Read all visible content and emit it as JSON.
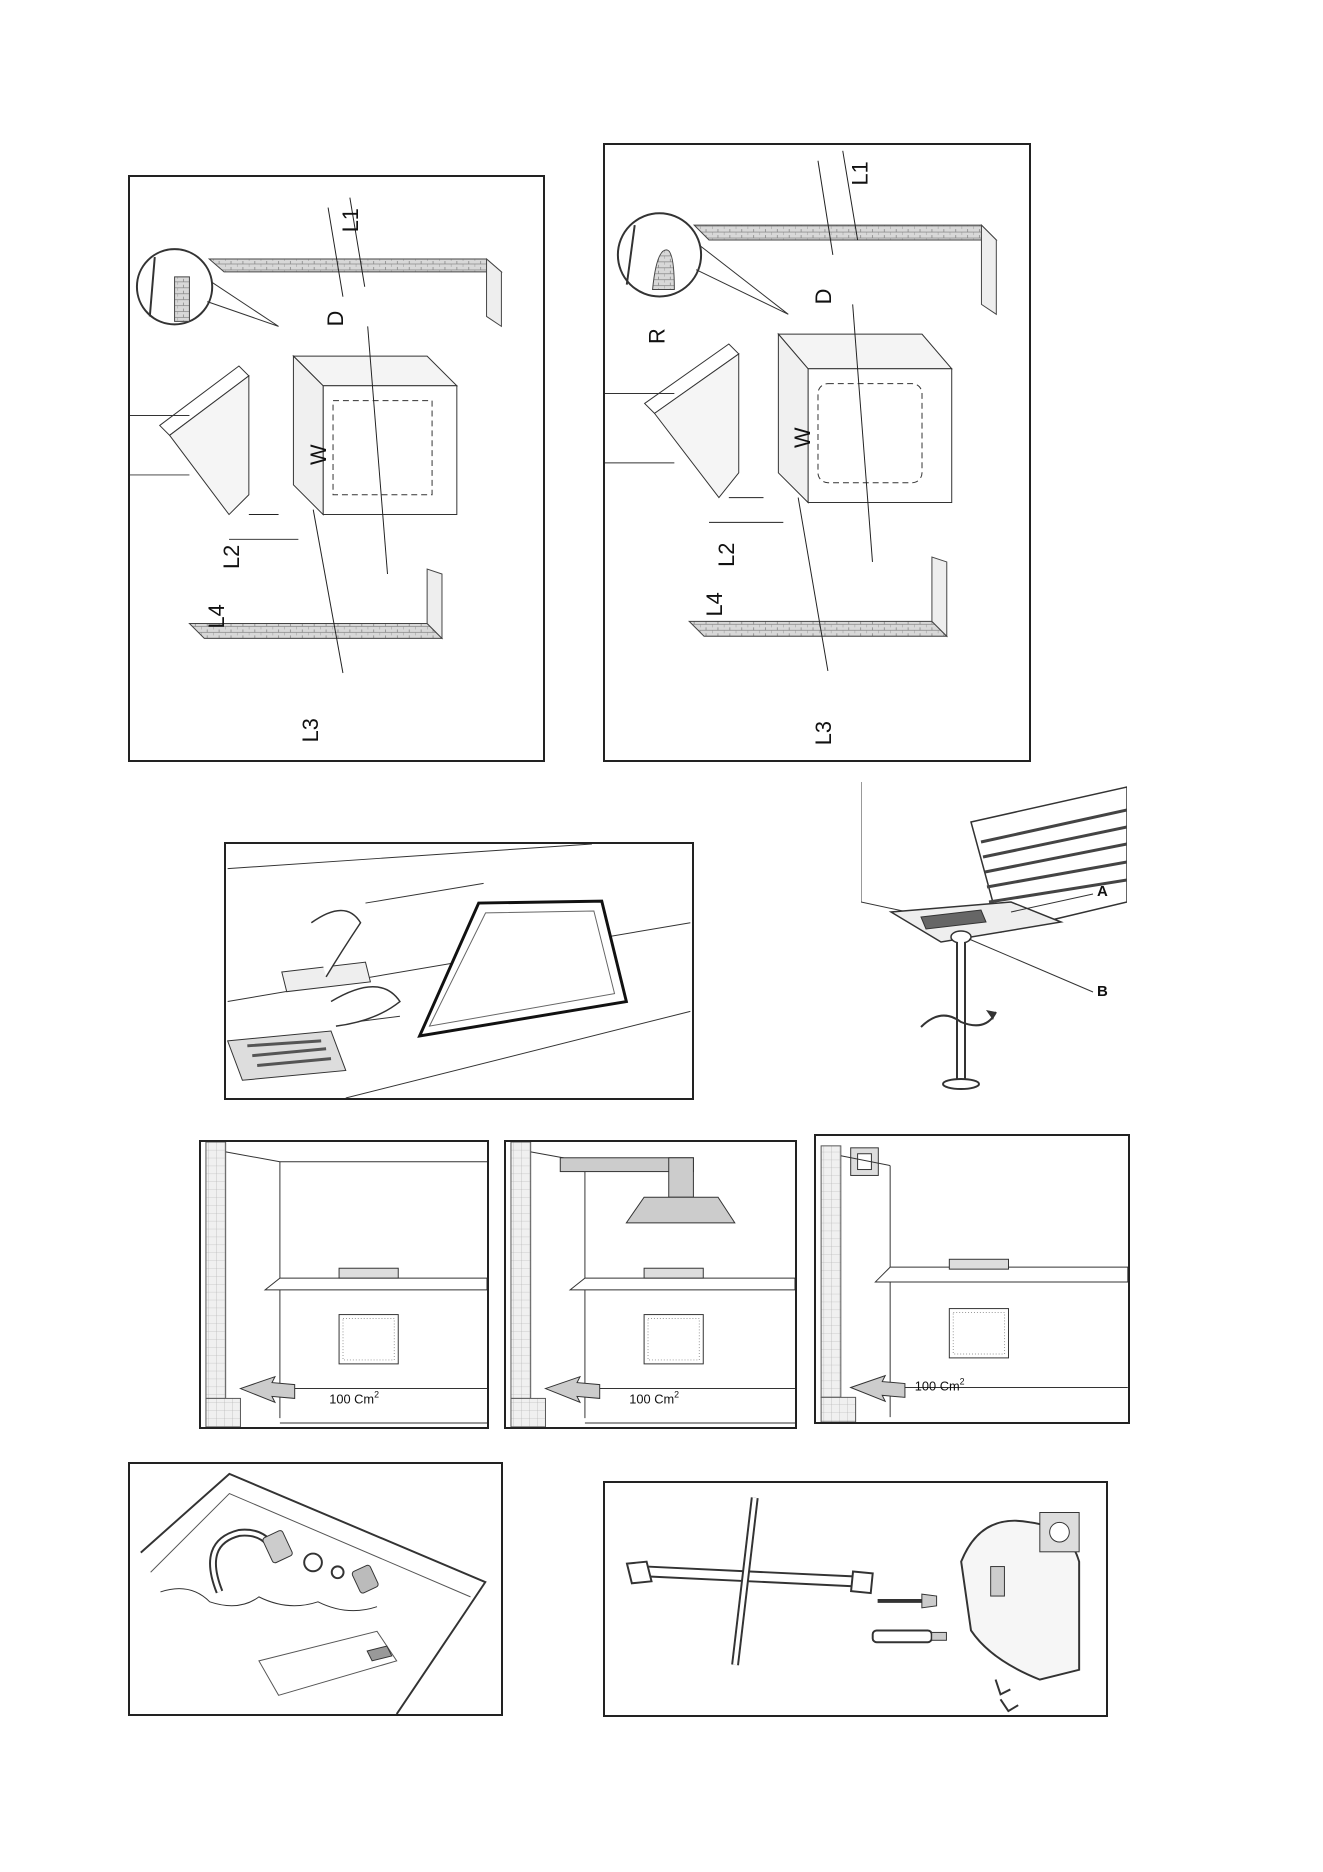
{
  "figure1": {
    "labels": {
      "l1": "L1",
      "d": "D",
      "w": "W",
      "l2": "L2",
      "l4": "L4",
      "l3": "L3"
    }
  },
  "figure2": {
    "labels": {
      "l1": "L1",
      "d": "D",
      "r": "R",
      "w": "W",
      "l2": "L2",
      "l4": "L4",
      "l3": "L3"
    }
  },
  "figure4": {
    "labels": {
      "a": "A",
      "b": "B"
    }
  },
  "ventilation": {
    "area_value": "100 Cm",
    "area_exponent": "2"
  }
}
